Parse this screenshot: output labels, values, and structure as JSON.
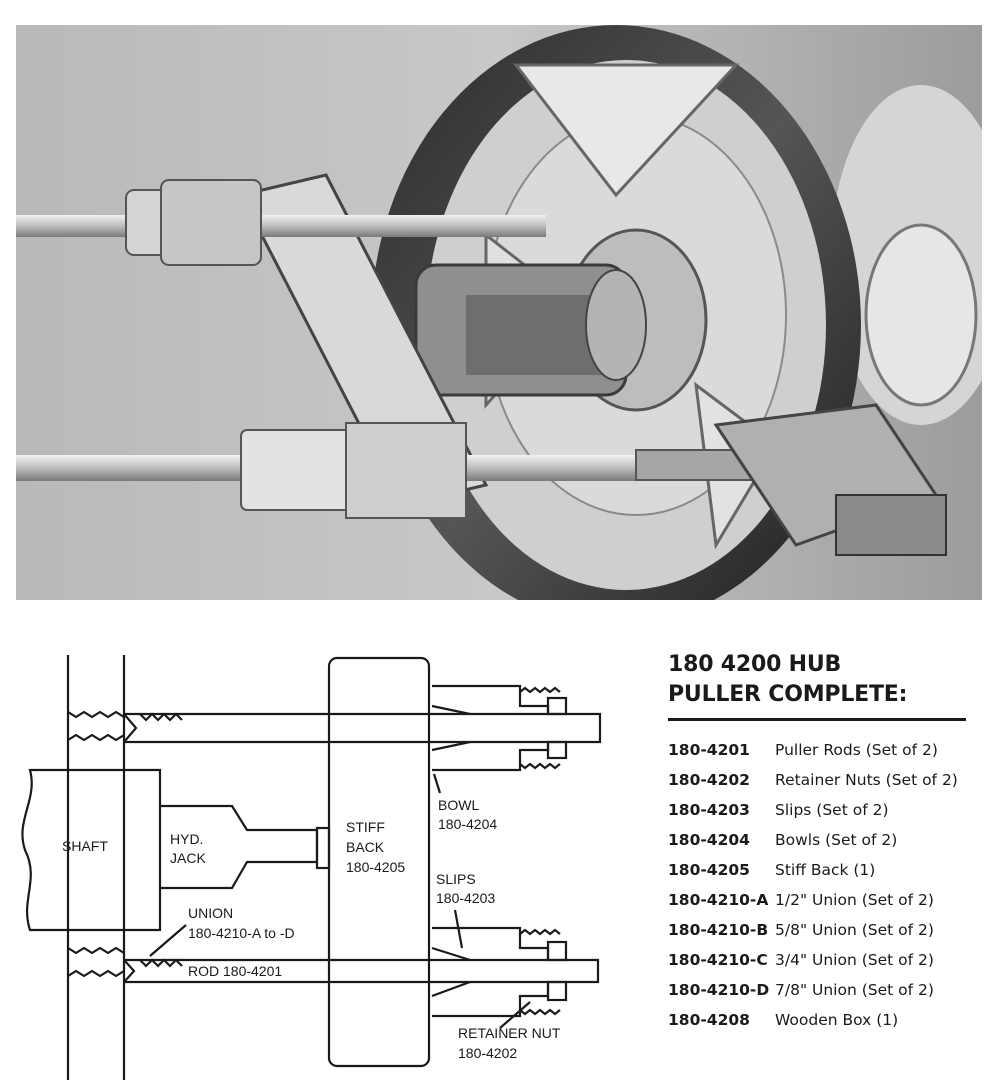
{
  "diagram": {
    "shaft": "SHAFT",
    "jack_line1": "HYD.",
    "jack_line2": "JACK",
    "stiff_line1": "STIFF",
    "stiff_line2": "BACK",
    "stiff_line3": "180-4205",
    "bowl_line1": "BOWL",
    "bowl_line2": "180-4204",
    "slips_line1": "SLIPS",
    "slips_line2": "180-4203",
    "union_line1": "UNION",
    "union_line2": "180-4210-A to -D",
    "rod": "ROD 180-4201",
    "retainer_line1": "RETAINER NUT",
    "retainer_line2": "180-4202"
  },
  "parts": {
    "title_line1": "180 4200 HUB",
    "title_line2": "PULLER COMPLETE:",
    "items": [
      {
        "no": "180-4201",
        "desc": "Puller Rods (Set of 2)"
      },
      {
        "no": "180-4202",
        "desc": "Retainer Nuts (Set of 2)"
      },
      {
        "no": "180-4203",
        "desc": "Slips (Set of 2)"
      },
      {
        "no": "180-4204",
        "desc": "Bowls (Set of 2)"
      },
      {
        "no": "180-4205",
        "desc": "Stiff Back (1)"
      },
      {
        "no": "180-4210-A",
        "desc": "1/2\" Union (Set of 2)"
      },
      {
        "no": "180-4210-B",
        "desc": "5/8\" Union (Set of 2)"
      },
      {
        "no": "180-4210-C",
        "desc": "3/4\" Union (Set of 2)"
      },
      {
        "no": "180-4210-D",
        "desc": "7/8\" Union (Set of 2)"
      },
      {
        "no": "180-4208",
        "desc": "Wooden Box (1)"
      }
    ]
  }
}
